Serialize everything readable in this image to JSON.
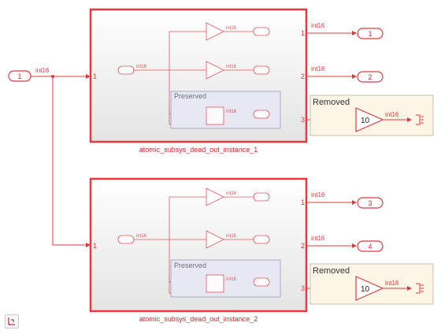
{
  "colors": {
    "signal": "#e8383d",
    "subsystem_fill": "#f2f2f2",
    "area_fill": "#e8e8f6",
    "removed_fill": "#fdf5e6"
  },
  "root_inport": {
    "label": "1"
  },
  "input_signal_type": "int16",
  "subsystems": [
    {
      "name": "atomic_subsys_dead_out_instance_1",
      "inport_label": "1",
      "outport_labels": [
        "1",
        "2",
        "3"
      ],
      "internal_type_labels": [
        "int16",
        "int16",
        "int16",
        "int16"
      ],
      "area_label": "Preserved",
      "out_signal_types": [
        "int16",
        "int16",
        "int16"
      ],
      "outports": [
        "1",
        "2"
      ],
      "removed": {
        "title": "Removed",
        "gain": "10",
        "signal_type": "int16"
      }
    },
    {
      "name": "atomic_subsys_dead_out_instance_2",
      "inport_label": "1",
      "outport_labels": [
        "1",
        "2",
        "3"
      ],
      "internal_type_labels": [
        "int16",
        "int16",
        "int16",
        "int16"
      ],
      "area_label": "Preserved",
      "out_signal_types": [
        "int16",
        "int16",
        "int16"
      ],
      "outports": [
        "3",
        "4"
      ],
      "removed": {
        "title": "Removed",
        "gain": "10",
        "signal_type": "int16"
      }
    }
  ],
  "icons": {
    "status_button": "model-browser-icon"
  }
}
